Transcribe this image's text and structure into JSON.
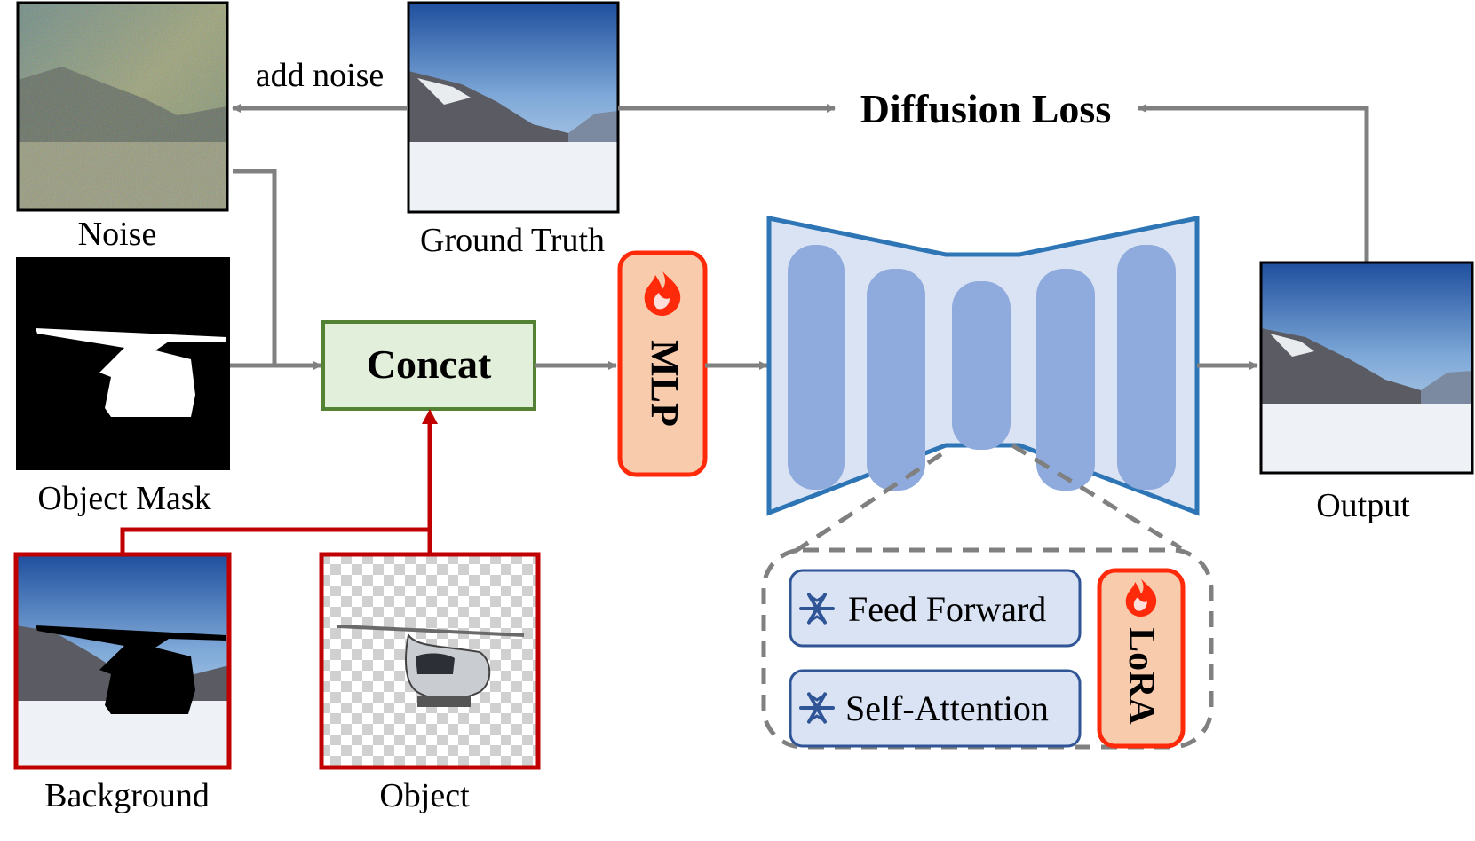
{
  "labels": {
    "add_noise": "add noise",
    "diffusion_loss": "Diffusion Loss",
    "noise": "Noise",
    "ground_truth": "Ground Truth",
    "object_mask": "Object Mask",
    "concat": "Concat",
    "mlp": "MLP",
    "output": "Output",
    "background": "Background",
    "object": "Object",
    "feed_forward": "Feed Forward",
    "self_attention": "Self-Attention",
    "lora": "LoRA"
  },
  "icons": {
    "trainable": "flame-icon",
    "frozen": "snowflake-icon"
  },
  "colors": {
    "arrow_gray": "#808080",
    "arrow_red": "#c00000",
    "concat_fill": "#e2efda",
    "concat_stroke": "#548235",
    "trainable_fill": "#f8cbad",
    "trainable_stroke": "#ff2a0a",
    "unet_fill": "#dae3f3",
    "unet_stroke": "#2e75b6",
    "unet_block": "#8faadc",
    "frozen_fill": "#dae3f3",
    "frozen_stroke": "#2f5597",
    "snowflake": "#2f5597"
  }
}
